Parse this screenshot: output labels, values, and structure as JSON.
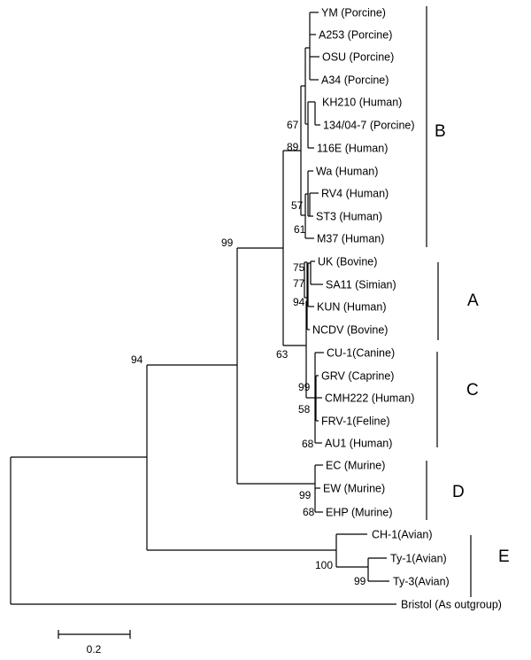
{
  "tree": {
    "leaves": [
      {
        "id": "ym",
        "label": "YM (Porcine)"
      },
      {
        "id": "a253",
        "label": "A253 (Porcine)"
      },
      {
        "id": "osu",
        "label": "OSU (Porcine)"
      },
      {
        "id": "a34",
        "label": "A34 (Porcine)"
      },
      {
        "id": "kh210",
        "label": "KH210 (Human)"
      },
      {
        "id": "p134",
        "label": "134/04-7 (Porcine)"
      },
      {
        "id": "e116",
        "label": "116E (Human)"
      },
      {
        "id": "wa",
        "label": "Wa (Human)"
      },
      {
        "id": "rv4",
        "label": "RV4 (Human)"
      },
      {
        "id": "st3",
        "label": "ST3 (Human)"
      },
      {
        "id": "m37",
        "label": "M37 (Human)"
      },
      {
        "id": "uk",
        "label": "UK (Bovine)"
      },
      {
        "id": "sa11",
        "label": "SA11 (Simian)"
      },
      {
        "id": "kun",
        "label": "KUN (Human)"
      },
      {
        "id": "ncdv",
        "label": "NCDV (Bovine)"
      },
      {
        "id": "cu1",
        "label": "CU-1(Canine)"
      },
      {
        "id": "grv",
        "label": "GRV (Caprine)"
      },
      {
        "id": "cmh222",
        "label": "CMH222 (Human)"
      },
      {
        "id": "frv1",
        "label": "FRV-1(Feline)"
      },
      {
        "id": "au1",
        "label": "AU1 (Human)"
      },
      {
        "id": "ec",
        "label": "EC (Murine)"
      },
      {
        "id": "ew",
        "label": "EW (Murine)"
      },
      {
        "id": "ehp",
        "label": "EHP (Murine)"
      },
      {
        "id": "ch1",
        "label": "CH-1(Avian)"
      },
      {
        "id": "ty1",
        "label": "Ty-1(Avian)"
      },
      {
        "id": "ty3",
        "label": "Ty-3(Avian)"
      },
      {
        "id": "bristol",
        "label": "Bristol (As outgroup)"
      }
    ],
    "bootstrap_values": [
      "67",
      "89",
      "57",
      "61",
      "99",
      "75",
      "77",
      "94",
      "63",
      "99",
      "58",
      "68",
      "94",
      "99",
      "68",
      "100",
      "99"
    ],
    "clades": [
      {
        "id": "clade-b",
        "label": "B"
      },
      {
        "id": "clade-a",
        "label": "A"
      },
      {
        "id": "clade-c",
        "label": "C"
      },
      {
        "id": "clade-d",
        "label": "D"
      },
      {
        "id": "clade-e",
        "label": "E"
      }
    ],
    "scale_bar": {
      "label": "0.2",
      "length_units": 0.2
    }
  }
}
